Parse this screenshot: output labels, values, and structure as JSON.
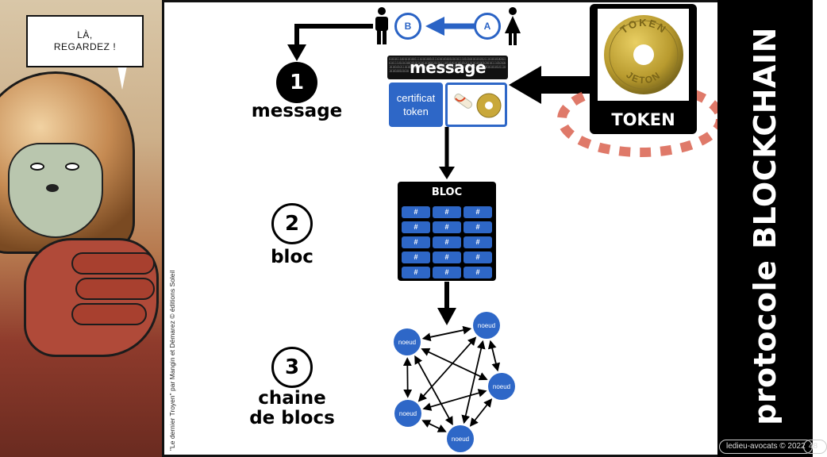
{
  "comic": {
    "speech_bubble": "LÀ,\nREGARDEZ !",
    "credit": "\"Le dernier Troyen\" par Mangin et Démarez © éditions Soleil"
  },
  "sidebar": {
    "title": "protocole BLOCKCHAIN",
    "footer": "ledieu-avocats © 2022",
    "page_number": "48"
  },
  "transfer": {
    "from": "A",
    "to": "B",
    "from_icon": "woman-icon",
    "to_icon": "man-icon"
  },
  "steps": [
    {
      "number": "1",
      "label": "message"
    },
    {
      "number": "2",
      "label": "bloc"
    },
    {
      "number": "3",
      "label": "chaine\nde blocs"
    }
  ],
  "message": {
    "title": "message",
    "binary": "0101011100101010011110101001011101010100101010111010100101010101110101010010101011101010100101011010101001010101110101001010101011101010100101010111010100101010101110101010010101011101010100101011010101001010101110101001010101011101010100101010",
    "certificate_label": "certificat\ntoken",
    "icons": [
      "scroll-icon",
      "token-coin-icon"
    ]
  },
  "token": {
    "label": "TOKEN",
    "coin_top_text": "TOKEN",
    "coin_bottom_text": "JETON"
  },
  "bloc": {
    "title": "BLOC",
    "cells": [
      "#",
      "#",
      "#",
      "#",
      "#",
      "#",
      "#",
      "#",
      "#",
      "#",
      "#",
      "#",
      "#",
      "#",
      "#"
    ]
  },
  "network": {
    "nodes": [
      "noeud",
      "noeud",
      "noeud",
      "noeud",
      "noeud"
    ]
  },
  "colors": {
    "accent_blue": "#2e67c7",
    "highlight_red": "#d9614f",
    "black": "#000000"
  }
}
